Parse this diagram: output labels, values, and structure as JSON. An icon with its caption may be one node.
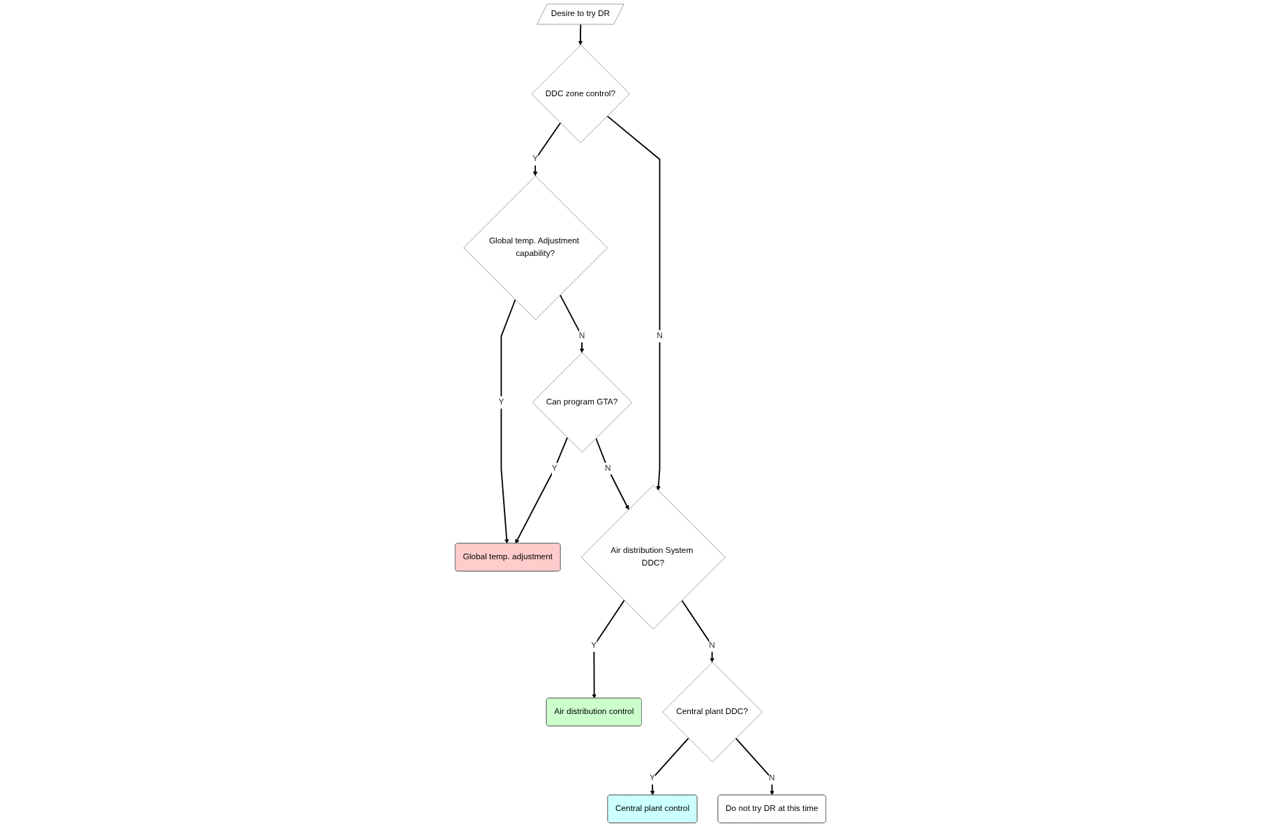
{
  "diagram": {
    "nodes": [
      {
        "text": [
          "Desire to try DR"
        ]
      },
      {
        "text": [
          "DDC zone control?"
        ]
      },
      {
        "text": [
          "Global temp. Adjustment capability?"
        ]
      },
      {
        "text": [
          "Can program GTA?"
        ]
      },
      {
        "text": [
          "Air distribution System DDC?"
        ]
      },
      {
        "text": [
          "Central plant DDC?"
        ]
      },
      {
        "text": [
          "Global temp. adjustment"
        ]
      },
      {
        "text": [
          "Air distribution control"
        ]
      },
      {
        "text": [
          "Central plant control"
        ]
      },
      {
        "text": [
          "Do not try DR at this time"
        ]
      }
    ],
    "edges": [
      {
        "from": 0,
        "to": 1,
        "arrow": "to"
      },
      {
        "from": 1,
        "to": 2,
        "label": "Y",
        "arrow": "to"
      },
      {
        "from": 1,
        "to": 4,
        "label": "N",
        "arrow": "to"
      },
      {
        "from": 2,
        "to": 6,
        "label": "Y",
        "arrow": "to"
      },
      {
        "from": 2,
        "to": 3,
        "label": "N",
        "arrow": "to"
      },
      {
        "from": 3,
        "to": 6,
        "label": "Y",
        "arrow": "to"
      },
      {
        "from": 3,
        "to": 4,
        "label": "N",
        "arrow": "to"
      },
      {
        "from": 4,
        "to": 7,
        "label": "Y",
        "arrow": "to"
      },
      {
        "from": 4,
        "to": 5,
        "label": "N",
        "arrow": "to"
      },
      {
        "from": 5,
        "to": 8,
        "label": "Y",
        "arrow": "to"
      },
      {
        "from": 5,
        "to": 9,
        "label": "N",
        "arrow": "to"
      }
    ]
  }
}
